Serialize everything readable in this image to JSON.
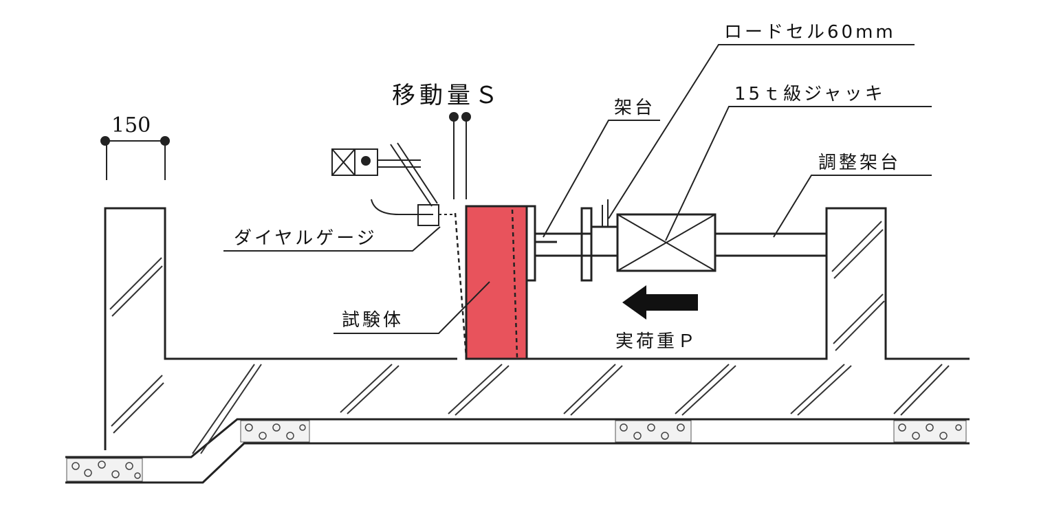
{
  "labels": {
    "dimension": "150",
    "displacement": "移動量Ｓ",
    "stand": "架台",
    "load_cell": "ロードセル60mm",
    "jack": "15ｔ級ジャッキ",
    "adjust_stand": "調整架台",
    "dial_gauge": "ダイヤルゲージ",
    "specimen": "試験体",
    "load": "実荷重Ｐ"
  },
  "colors": {
    "specimen_fill": "#e8535c",
    "line": "#222222",
    "arrow": "#111111"
  }
}
